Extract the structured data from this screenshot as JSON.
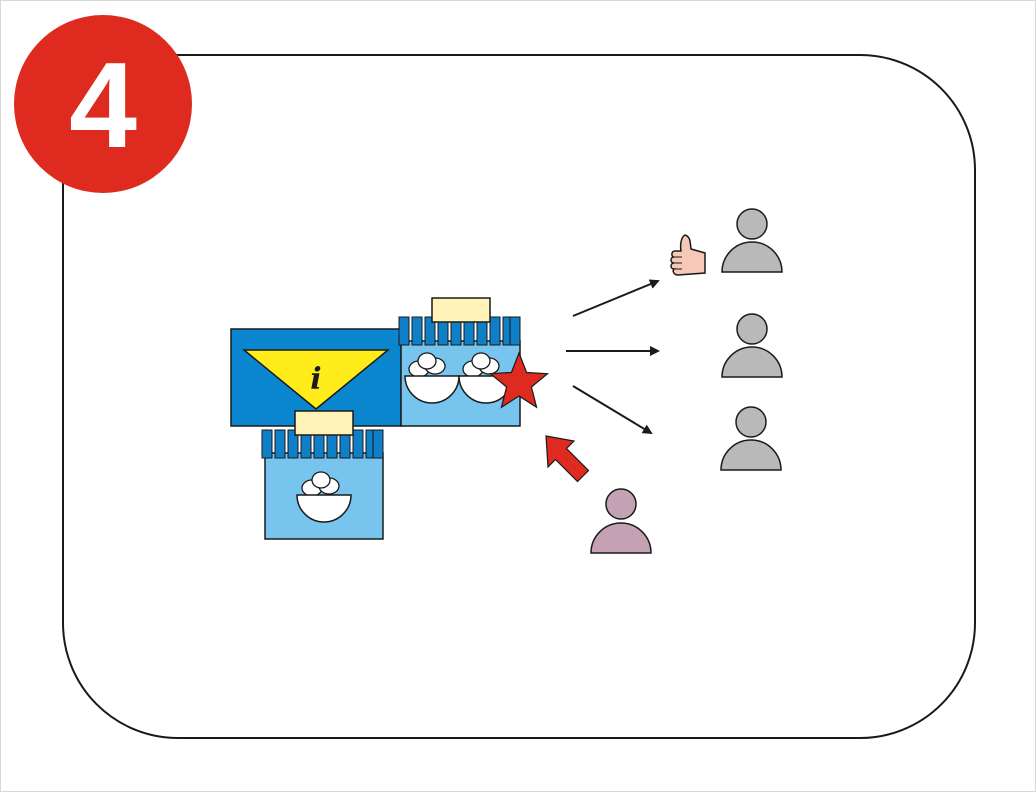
{
  "step": {
    "number": "4",
    "badge_color": "#de2a1f"
  },
  "info_sign": {
    "letter": "i",
    "sign_color": "#ffec1a"
  },
  "colors": {
    "accent": "#de2a1f",
    "stall_blue": "#0a86cf",
    "stall_light_blue": "#77c4ee",
    "awning_blue": "#0f7fc7",
    "label_cream": "#fff3b8",
    "customer_gray": "#b9b9b9",
    "visitor_mauve": "#c4a2b4",
    "thumb_skin": "#f6c8b8"
  },
  "icons": {
    "badge": "number-badge",
    "info": "information-sign-icon",
    "stall": "market-stall-icon",
    "featured": "star-icon",
    "arrow": "arrow-icon",
    "approval": "thumbs-up-icon",
    "person": "person-icon"
  }
}
